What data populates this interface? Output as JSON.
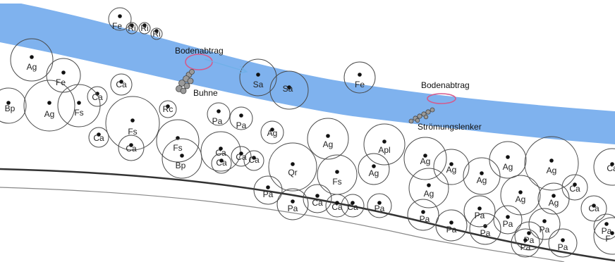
{
  "colors": {
    "river": "#7fb2ee",
    "tree_outline": "#4a4a4a",
    "marker": "#111111",
    "erosion_ellipse": "#d45a8c",
    "arrow": "#6fb0e8",
    "bank_line": "#333333",
    "road_line": "#888888",
    "structure": "#7a7a7a"
  },
  "annotations": {
    "erosion_label_1": "Bodenabtrag",
    "erosion_label_2": "Bodenabtrag",
    "groyne_label": "Buhne",
    "deflector_label": "Strömungslenker"
  },
  "trees": [
    {
      "label": "Fe"
    },
    {
      "label": "Ri"
    },
    {
      "label": "Ri"
    },
    {
      "label": "Ri"
    },
    {
      "label": "Ag"
    },
    {
      "label": "Fe"
    },
    {
      "label": "Ca"
    },
    {
      "label": "Ca"
    },
    {
      "label": "Bp"
    },
    {
      "label": "Ag"
    },
    {
      "label": "Fs"
    },
    {
      "label": "Rc"
    },
    {
      "label": "Fs"
    },
    {
      "label": "Ca"
    },
    {
      "label": "Ca"
    },
    {
      "label": "Fs"
    },
    {
      "label": "Bp"
    },
    {
      "label": "Pa"
    },
    {
      "label": "Pa"
    },
    {
      "label": "Ag"
    },
    {
      "label": "Ca"
    },
    {
      "label": "Ca"
    },
    {
      "label": "Ca"
    },
    {
      "label": "Ca"
    },
    {
      "label": "Sa"
    },
    {
      "label": "Sa"
    },
    {
      "label": "Fe"
    },
    {
      "label": "Ag"
    },
    {
      "label": "Apl"
    },
    {
      "label": "Qr"
    },
    {
      "label": "Fs"
    },
    {
      "label": "Ag"
    },
    {
      "label": "Pa"
    },
    {
      "label": "Pa"
    },
    {
      "label": "Ca"
    },
    {
      "label": "Ca"
    },
    {
      "label": "Ca"
    },
    {
      "label": "Pa"
    },
    {
      "label": "Ag"
    },
    {
      "label": "Ag"
    },
    {
      "label": "Ag"
    },
    {
      "label": "Ag"
    },
    {
      "label": "Ag"
    },
    {
      "label": "Ag"
    },
    {
      "label": "Ag"
    },
    {
      "label": "Ag"
    },
    {
      "label": "Ca"
    },
    {
      "label": "Ca"
    },
    {
      "label": "Ca"
    },
    {
      "label": "F"
    },
    {
      "label": "Pa"
    },
    {
      "label": "Pa"
    },
    {
      "label": "Pa"
    },
    {
      "label": "Pa"
    },
    {
      "label": "Pa"
    },
    {
      "label": "Pa"
    },
    {
      "label": "Pa"
    },
    {
      "label": "Pa"
    },
    {
      "label": "Pa"
    },
    {
      "label": "Pa"
    }
  ]
}
